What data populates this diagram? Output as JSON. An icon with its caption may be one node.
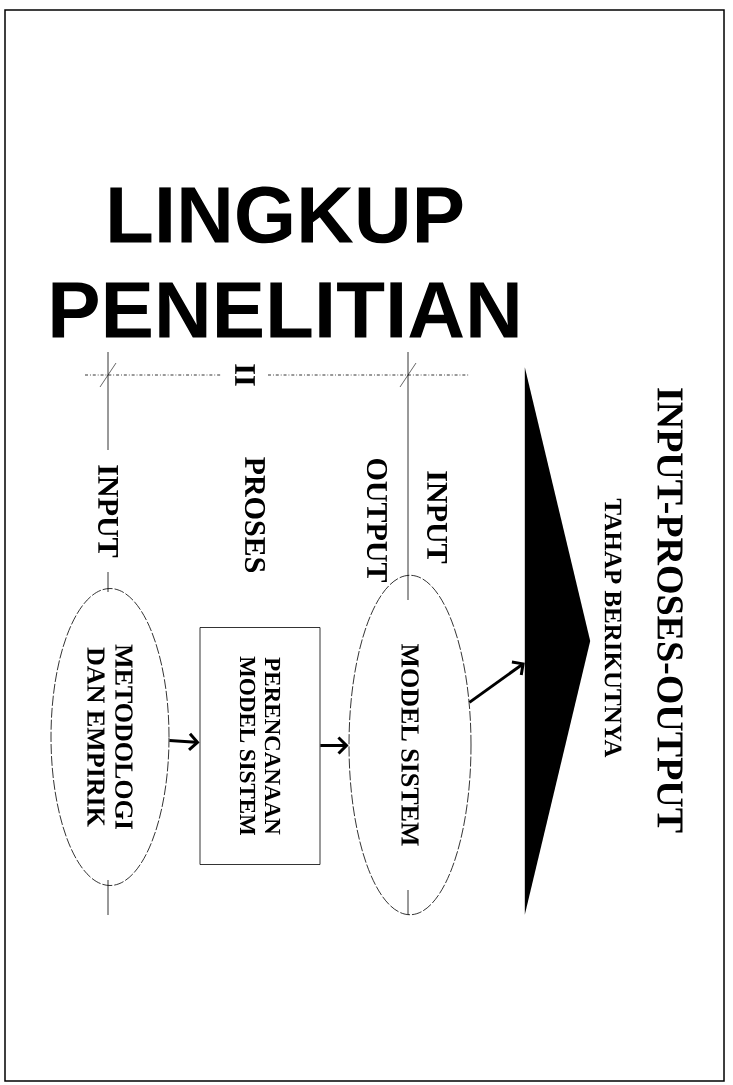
{
  "diagram": {
    "title": "LINGKUP PENELITIAN",
    "nodes": [
      {
        "text": [
          "METODOLOGI DAN EMPIRIK"
        ]
      },
      {
        "text": [
          "PERENCANAAN MODEL SISTEM"
        ]
      },
      {
        "text": [
          "MODEL SISTEM"
        ]
      },
      {
        "text": [],
        "shape": "triangle"
      }
    ],
    "edges": [
      {
        "from": 0,
        "to": 1,
        "arrow": "to"
      },
      {
        "from": 1,
        "to": 2,
        "arrow": "to"
      },
      {
        "from": 2,
        "to": 3,
        "arrow": "to"
      }
    ],
    "labels": [
      "II",
      "INPUT",
      "PROSES",
      "OUTPUT",
      "INPUT",
      "INPUT-PROSES-OUTPUT",
      "TAHAP BERIKUTNYA"
    ]
  }
}
